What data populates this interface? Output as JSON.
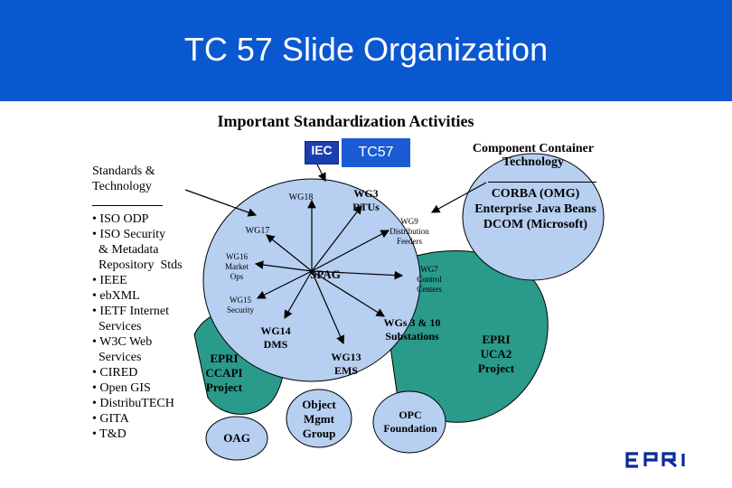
{
  "title": "TC 57 Slide Organization",
  "subtitle": "Important Standardization Activities",
  "left_panel": {
    "heading_line1": "Standards &",
    "heading_line2": "Technology",
    "items": [
      "• ISO ODP",
      "• ISO Security",
      "  & Metadata",
      "  Repository  Stds",
      "• IEEE",
      "• ebXML",
      "• IETF Internet",
      "  Services",
      "• W3C Web",
      "  Services",
      "• CIRED",
      "• Open GIS",
      "• DistribuTECH",
      "• GITA",
      "• T&D"
    ]
  },
  "right_panel": {
    "heading_line1": "Component Container",
    "heading_line2": "Technology",
    "items": [
      "CORBA (OMG)",
      "Enterprise Java Beans",
      "DCOM (Microsoft)"
    ]
  },
  "center": {
    "iec_logo_text": "IEC",
    "tc57_label": "TC57",
    "hub_label": "SPAG",
    "nodes": {
      "wg18": "WG18",
      "wg3": "WG3\nRTUs",
      "wg17": "WG17",
      "wg9": "WG9\nDistribution\nFeeders",
      "wg16": "WG16\nMarket\nOps",
      "wg7": "WG7\nControl\nCenters",
      "wg15": "WG15\nSecurity",
      "wgs3_10": "WGs 3 & 10\nSubstations",
      "wg14": "WG14\nDMS",
      "wg13": "WG13\nEMS"
    }
  },
  "outer_labels": {
    "epri_ccapi": "EPRI\nCCAPI\nProject",
    "oag": "OAG",
    "object_mgmt": "Object\nMgmt\nGroup",
    "opc": "OPC\nFoundation",
    "epri_uca2": "EPRI\nUCA2\nProject"
  },
  "colors": {
    "header_blue": "#0a58cf",
    "ellipse_blue": "#b7cff0",
    "teal": "#2a9a8a",
    "ellipse_outline": "#000000"
  },
  "logo": "EPRI logo"
}
